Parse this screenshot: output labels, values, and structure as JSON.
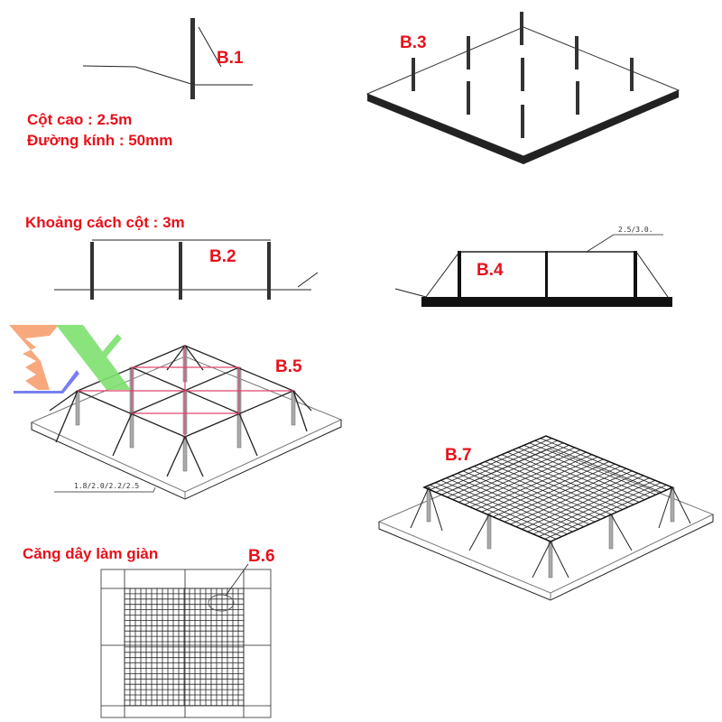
{
  "colors": {
    "label": "#e8101a",
    "frame": "#222222",
    "brace": "#e0406a",
    "logo_orange": "#f7a070",
    "logo_green": "#7ee070",
    "logo_blue": "#6a70f0"
  },
  "figures": {
    "b1": {
      "label": "B.1",
      "notes": [
        "Cột cao : 2.5m",
        "Đường kính : 50mm"
      ]
    },
    "b2": {
      "label": "B.2",
      "note": "Khoảng cách cột : 3m"
    },
    "b3": {
      "label": "B.3"
    },
    "b4": {
      "label": "B.4",
      "dimension": "2.5/3.0."
    },
    "b5": {
      "label": "B.5",
      "dimension": "1.8/2.0/2.2/2.5"
    },
    "b6": {
      "label": "B.6",
      "note": "Căng dây làm giàn"
    },
    "b7": {
      "label": "B.7"
    }
  }
}
